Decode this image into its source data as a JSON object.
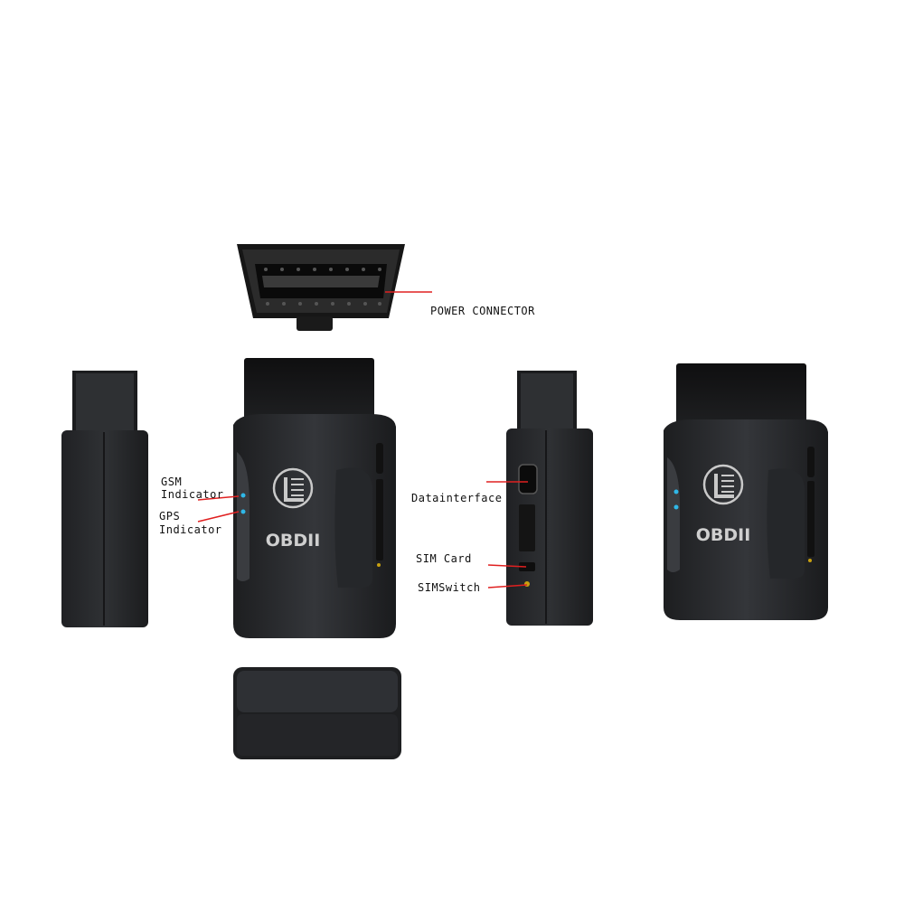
{
  "labels": {
    "power_connector": "POWER CONNECTOR",
    "gsm_indicator_line1": "GSM",
    "gsm_indicator_line2": "Indicator",
    "gps_indicator_line1": "GPS",
    "gps_indicator_line2": "Indicator",
    "data_interface": "Datainterface",
    "sim_card": "SIM  Card",
    "sim_switch": "SIMSwitch"
  },
  "device": {
    "brand_front": "OBDII",
    "brand_rear_view": "OBDII"
  },
  "colors": {
    "body": "#2a2b2d",
    "body_dark": "#141516",
    "connector": "#161616",
    "callout_line": "#e02020",
    "led": "#2fb8e8"
  },
  "icons": [
    "logo-icon",
    "gsm-indicator-icon",
    "gps-indicator-icon"
  ]
}
